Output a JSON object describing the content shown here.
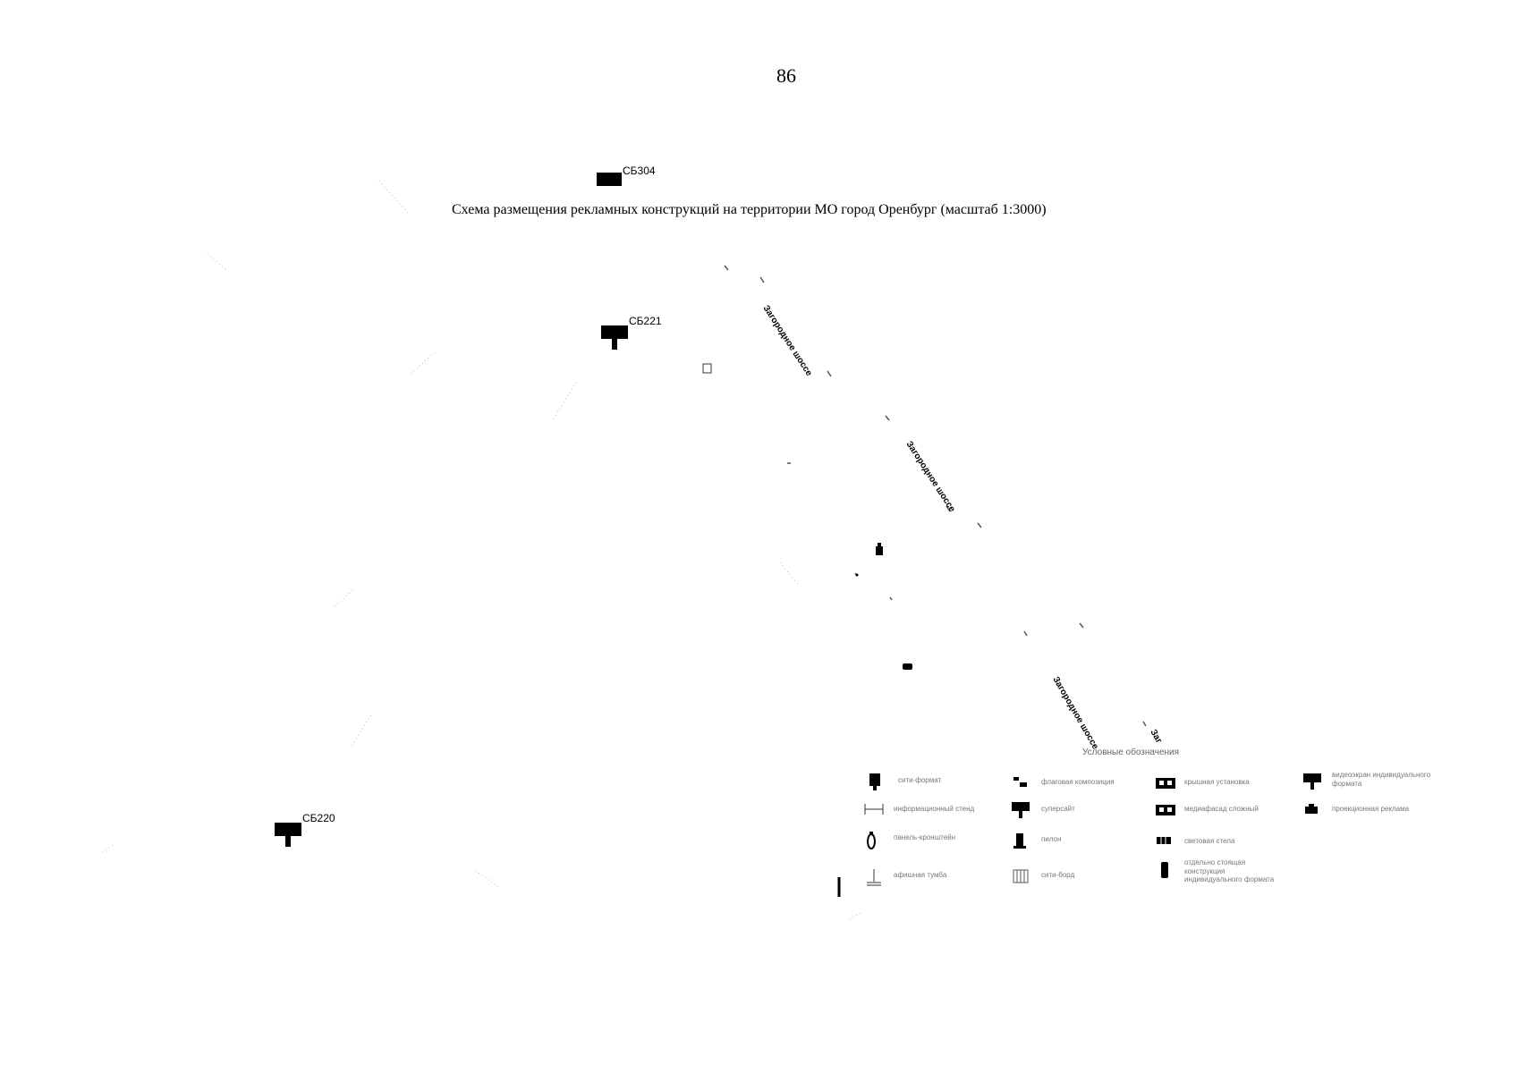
{
  "page": {
    "number": "86",
    "title": "Схема размещения рекламных конструкций на территории МО город Оренбург (масштаб 1:3000)"
  },
  "map": {
    "signs": [
      {
        "id": "СБ221"
      },
      {
        "id": "СБ220"
      },
      {
        "id": "СБ304"
      }
    ],
    "roads": {
      "major_label": "Загородное шоссе",
      "partial_label": "Заг"
    }
  },
  "legend": {
    "title": "Условные обозначения",
    "items": [
      {
        "label": "сити-формат",
        "icon": "city-format-icon"
      },
      {
        "label": "флаговая композиция",
        "icon": "flag-composition-icon"
      },
      {
        "label": "крышная установка",
        "icon": "roof-installation-icon"
      },
      {
        "label": "видеоэкран индивидуального формата",
        "icon": "video-screen-icon"
      },
      {
        "label": "информационный стенд",
        "icon": "info-stand-icon"
      },
      {
        "label": "суперсайт",
        "icon": "supersite-icon"
      },
      {
        "label": "медиафасад сложный",
        "icon": "media-facade-icon"
      },
      {
        "label": "проекционная реклама",
        "icon": "projection-ad-icon"
      },
      {
        "label": "панель-кронштейн",
        "icon": "panel-bracket-icon"
      },
      {
        "label": "пилон",
        "icon": "pylon-icon"
      },
      {
        "label": "световая стела",
        "icon": "light-stela-icon"
      },
      {
        "label": "афишная тумба",
        "icon": "poster-column-icon"
      },
      {
        "label": "сити-борд",
        "icon": "city-board-icon"
      },
      {
        "label": "отдельно стоящая конструкция индивидуального формата",
        "icon": "individual-format-icon"
      }
    ]
  },
  "colors": {
    "symbol": "#000000",
    "faint_text": "#8a8a8a",
    "background": "#ffffff"
  }
}
